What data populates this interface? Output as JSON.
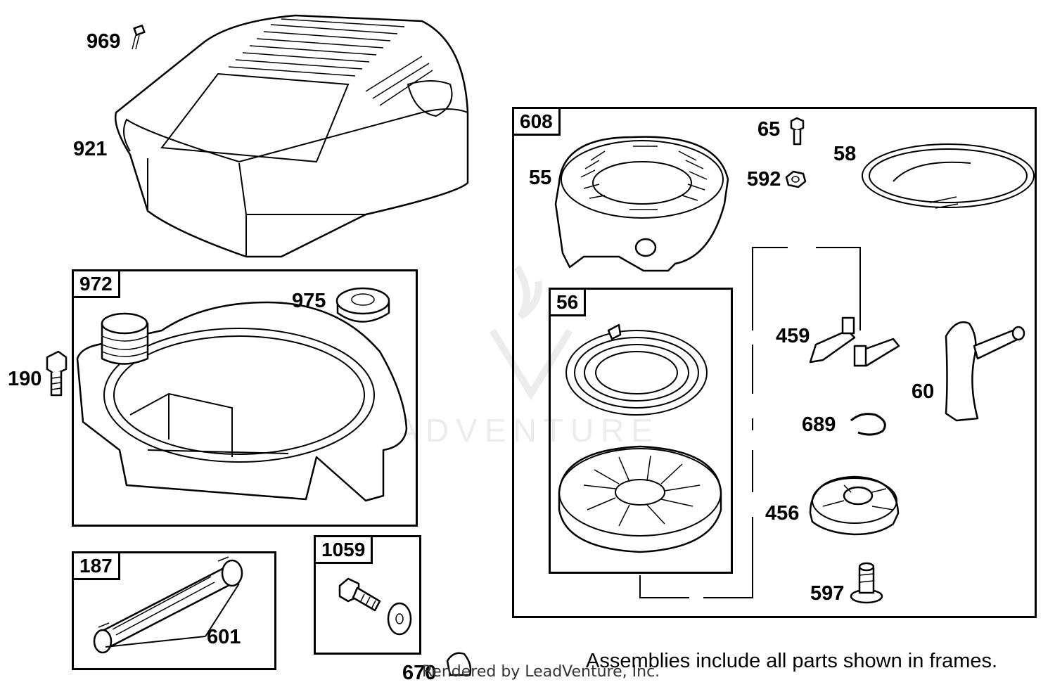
{
  "diagram": {
    "watermark": "LEADVENTURE",
    "footer_note": "Assemblies include all parts shown in frames.",
    "credit": "Rendered by LeadVenture, Inc.",
    "frames": {
      "f972": "972",
      "f187": "187",
      "f1059": "1059",
      "f608": "608",
      "f56": "56"
    },
    "callouts": {
      "c969": "969",
      "c921": "921",
      "c975": "975",
      "c190": "190",
      "c601": "601",
      "c670": "670",
      "c65": "65",
      "c58": "58",
      "c55": "55",
      "c592": "592",
      "c459": "459",
      "c60": "60",
      "c689": "689",
      "c456": "456",
      "c597": "597"
    }
  }
}
